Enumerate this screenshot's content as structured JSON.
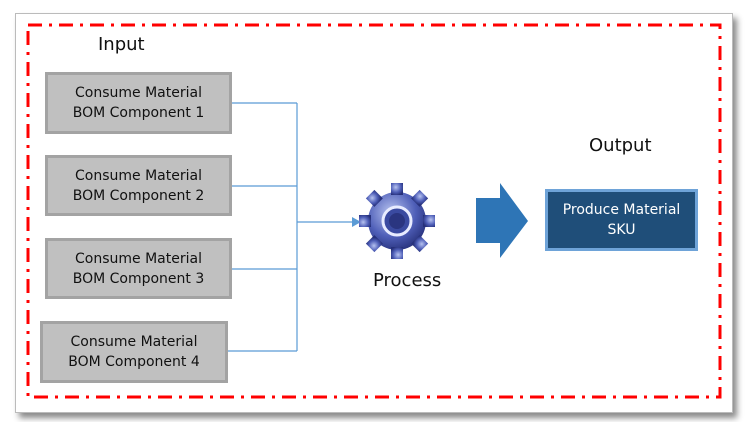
{
  "labels": {
    "input": "Input",
    "output": "Output",
    "process": "Process"
  },
  "inputs": [
    {
      "line1": "Consume Material",
      "line2": "BOM Component 1"
    },
    {
      "line1": "Consume Material",
      "line2": "BOM Component 2"
    },
    {
      "line1": "Consume Material",
      "line2": "BOM Component 3"
    },
    {
      "line1": "Consume Material",
      "line2": "BOM Component 4"
    }
  ],
  "output": {
    "line1": "Produce Material",
    "line2": "SKU"
  },
  "icons": {
    "process": "gear-icon",
    "flow": "arrow-right-icon"
  },
  "colors": {
    "boundary": "#ff0000",
    "connector": "#5b9bd5",
    "arrow": "#2e75b6",
    "output_fill": "#1f4e79",
    "input_fill": "#c0c0c0"
  }
}
